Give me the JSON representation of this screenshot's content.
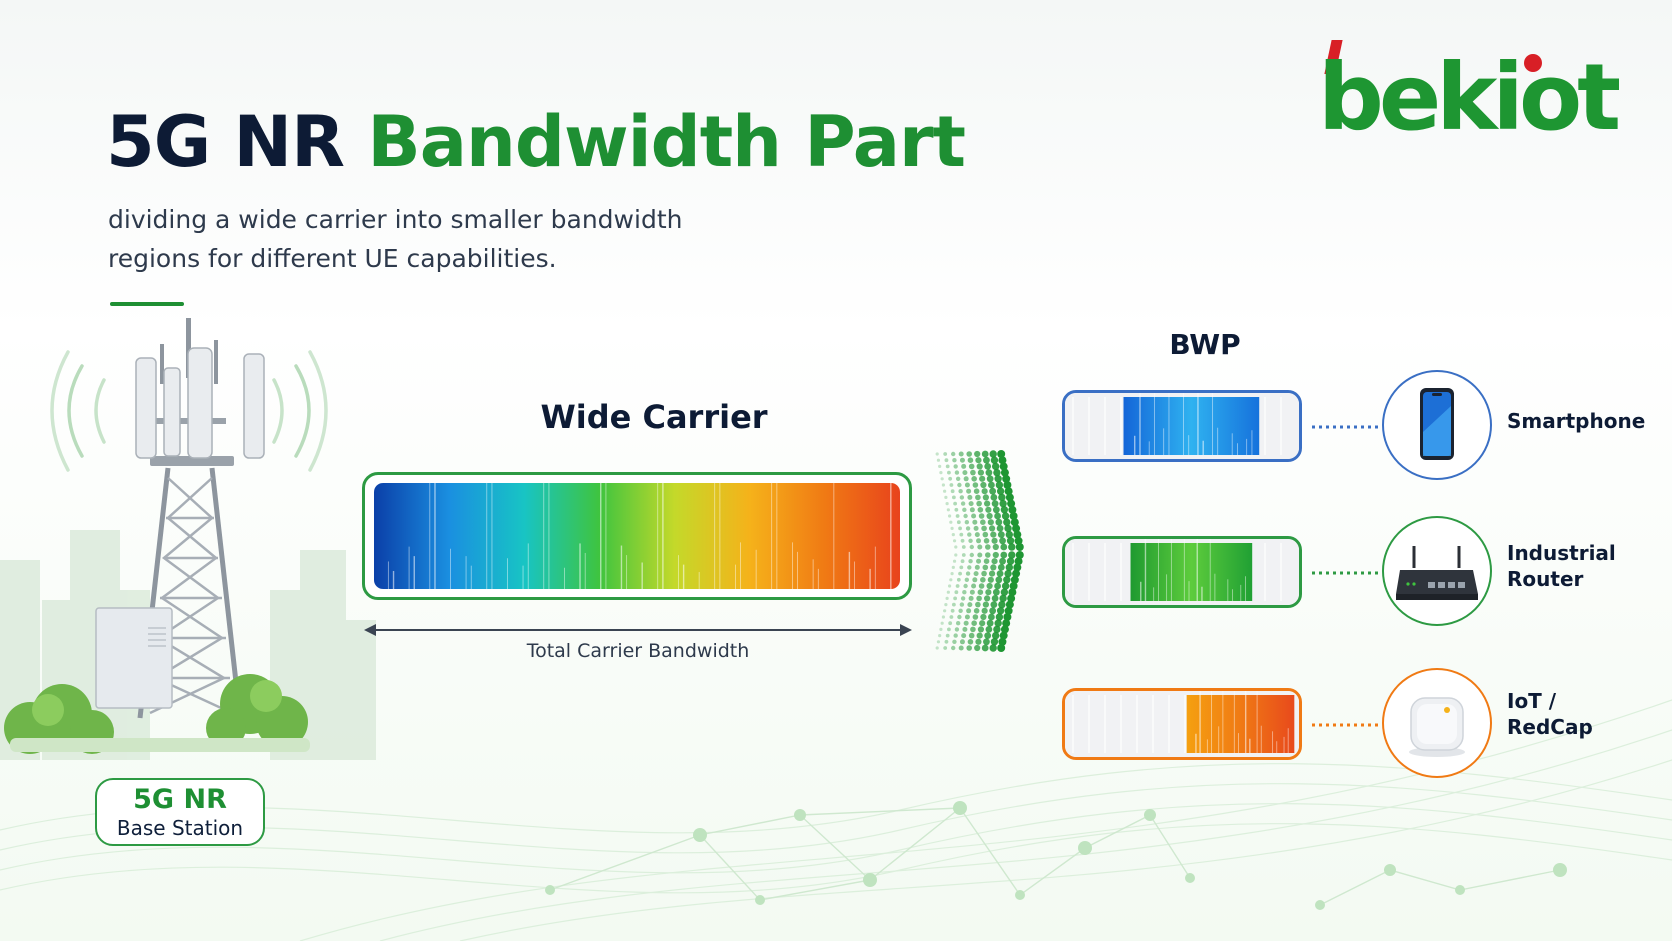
{
  "title": {
    "part1": "5G NR",
    "part2": "Bandwidth Part"
  },
  "subtitle": {
    "line1": "dividing a wide carrier into smaller bandwidth",
    "line2": "regions for different UE capabilities."
  },
  "logo": {
    "text": "bekiot",
    "color": "#1e9632",
    "accent": "#d81f26"
  },
  "base_station": {
    "line1": "5G NR",
    "line2": "Base Station"
  },
  "carrier": {
    "label": "Wide Carrier",
    "bandwidth_label": "Total Carrier Bandwidth",
    "gradient": [
      "#0b3fa8",
      "#1a8fe0",
      "#18c4c4",
      "#3fc43f",
      "#c4d92a",
      "#f5b21a",
      "#f07a14",
      "#e8431c"
    ]
  },
  "bwp": {
    "header": "BWP",
    "items": [
      {
        "device": "Smartphone",
        "label_lines": [
          "Smartphone"
        ],
        "color": "#3a6fc4",
        "icon": "smartphone-icon",
        "fill_start": 0.25,
        "fill_end": 0.83,
        "gradient": [
          "#1466d8",
          "#2fb2f0",
          "#1672dc"
        ]
      },
      {
        "device": "Industrial Router",
        "label_lines": [
          "Industrial",
          "Router"
        ],
        "color": "#2d9a43",
        "icon": "router-icon",
        "fill_start": 0.28,
        "fill_end": 0.8,
        "gradient": [
          "#1f9a30",
          "#5dcc3c",
          "#20a034"
        ]
      },
      {
        "device": "IoT / RedCap",
        "label_lines": [
          "IoT /",
          "RedCap"
        ],
        "color": "#f07a14",
        "icon": "iot-module-icon",
        "fill_start": 0.52,
        "fill_end": 0.98,
        "gradient": [
          "#f5a010",
          "#f07a14",
          "#e84a1c"
        ]
      }
    ]
  },
  "colors": {
    "navy": "#0d1b35",
    "green": "#1e8f33",
    "blue": "#3a6fc4",
    "orange": "#f07a14"
  }
}
